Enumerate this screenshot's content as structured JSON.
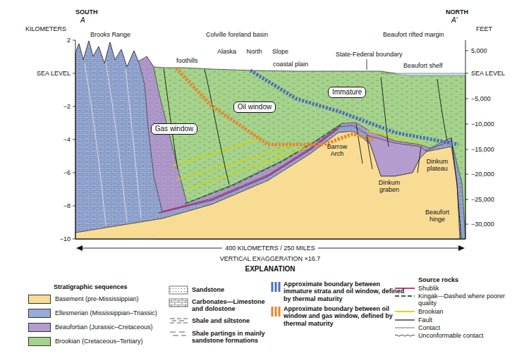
{
  "diagram": {
    "nodes": [
      {
        "text": [
          "Immature"
        ]
      },
      {
        "text": [
          "Oil window"
        ]
      },
      {
        "text": [
          "Gas window"
        ]
      }
    ],
    "labels": [
      "SOUTH",
      "A",
      "NORTH",
      "A′",
      "KILOMETERS",
      "FEET",
      "2",
      "SEA LEVEL",
      "−2",
      "−4",
      "−6",
      "−8",
      "−10",
      "5,000",
      "SEA LEVEL",
      "−5,000",
      "−10,000",
      "−15,000",
      "−20,000",
      "−25,000",
      "−30,000",
      "Brooks Range",
      "Colville foreland basin",
      "Beaufort rifted margin",
      "Alaska North Slope",
      "State-Federal boundary",
      "foothills",
      "coastal plain",
      "Beaufort shelf",
      "Barrow Arch",
      "Dinkum graben",
      "Dinkum plateau",
      "Beaufort hinge",
      "400 KILOMETERS / 250 MILES",
      "VERTICAL EXAGGERATION ×16.7",
      "EXPLANATION",
      "Stratigraphic sequences",
      "Source rocks"
    ],
    "legend": [
      {
        "text": "Basement (pre-Mississippian)",
        "color": "#f8dc94"
      },
      {
        "text": "Ellesmerian (Mississippian–Triassic)",
        "color": "#98acd8"
      },
      {
        "text": "Beaufortian (Jurassic–Cretaceous)",
        "color": "#b49ccf"
      },
      {
        "text": "Brookian (Cretaceous–Tertiary)",
        "color": "#a6d38c"
      },
      {
        "text": "Sandstone"
      },
      {
        "text": "Carbonates—Limestone and dolostone"
      },
      {
        "text": "Shale and siltstone"
      },
      {
        "text": "Shale partings in mainly sandstone formations"
      },
      {
        "text": "Approximate boundary between immature strata and oil window, defined by thermal maturity"
      },
      {
        "text": "Approximate boundary between oil window and gas window, defined by thermal maturity"
      },
      {
        "text": "Shublik"
      },
      {
        "text": "Kingak—Dashed where poorer quality"
      },
      {
        "text": "Brookian"
      },
      {
        "text": "Fault"
      },
      {
        "text": "Contact"
      },
      {
        "text": "Unconformable contact"
      }
    ]
  }
}
